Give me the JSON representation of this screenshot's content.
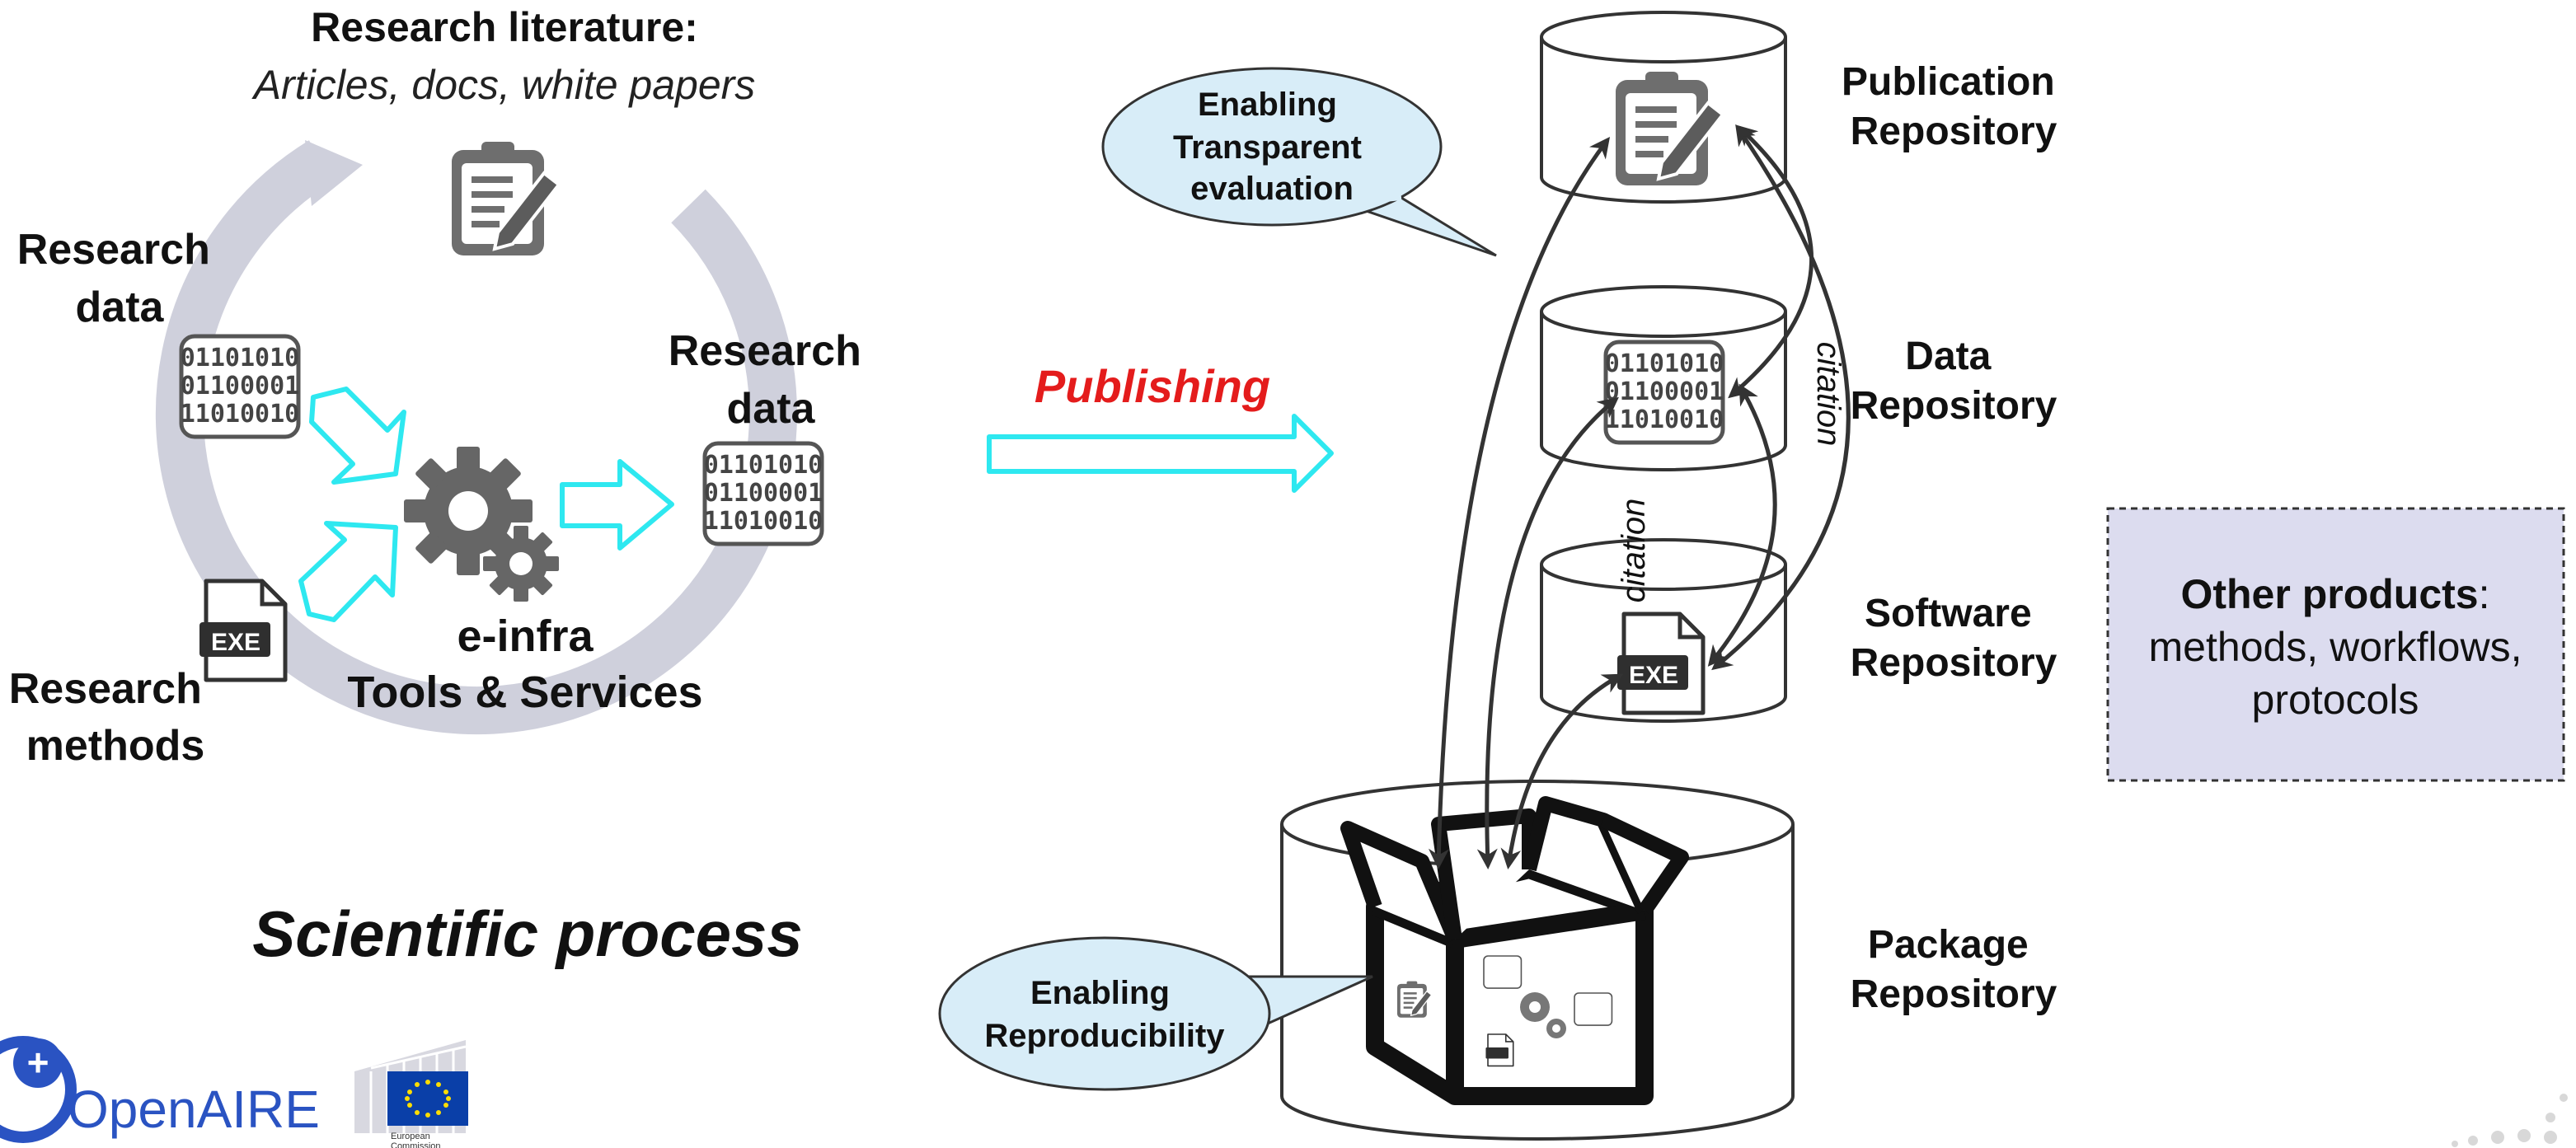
{
  "left_panel": {
    "literature_title": "Research literature:",
    "literature_subtitle": "Articles, docs, white papers",
    "research_data_in": [
      "Research",
      "data"
    ],
    "research_data_out": [
      "Research",
      "data"
    ],
    "research_methods": [
      "Research",
      "methods"
    ],
    "einfra_title": "e-infra",
    "einfra_subtitle": "Tools & Services",
    "process_caption": "Scientific process",
    "binary_lines": [
      "01101010",
      "01100001",
      "11010010"
    ],
    "exe_label": "EXE"
  },
  "publishing_label": "Publishing",
  "repositories": [
    {
      "line1": "Publication",
      "line2": "Repository"
    },
    {
      "line1": "Data",
      "line2": "Repository"
    },
    {
      "line1": "Software",
      "line2": "Repository"
    },
    {
      "line1": "Package",
      "line2": "Repository"
    }
  ],
  "citation_labels": [
    "citation",
    "citation"
  ],
  "callouts": {
    "transparent": [
      "Enabling",
      "Transparent",
      "evaluation"
    ],
    "reproducibility": [
      "Enabling",
      "Reproducibility"
    ]
  },
  "other_products": {
    "title": "Other products",
    "colon": ":",
    "line2": "methods, workflows,",
    "line3": "protocols"
  },
  "logos": {
    "openaire": "OpenAIRE",
    "openaire_plus": "+",
    "ec_line1": "European",
    "ec_line2": "Commission"
  },
  "colors": {
    "cycle_arrow": "#cfd0dc",
    "cyan_arrow": "#2ee8f0",
    "publishing_red": "#e41c1c",
    "callout_fill": "#d8edf8",
    "other_products_fill": "#dcdcef",
    "openaire_blue": "#2a53c2"
  },
  "icons": [
    "document-edit-icon",
    "binary-data-icon",
    "exe-file-icon",
    "gears-icon",
    "open-box-icon",
    "database-cylinder-icon",
    "eu-flag-icon"
  ]
}
